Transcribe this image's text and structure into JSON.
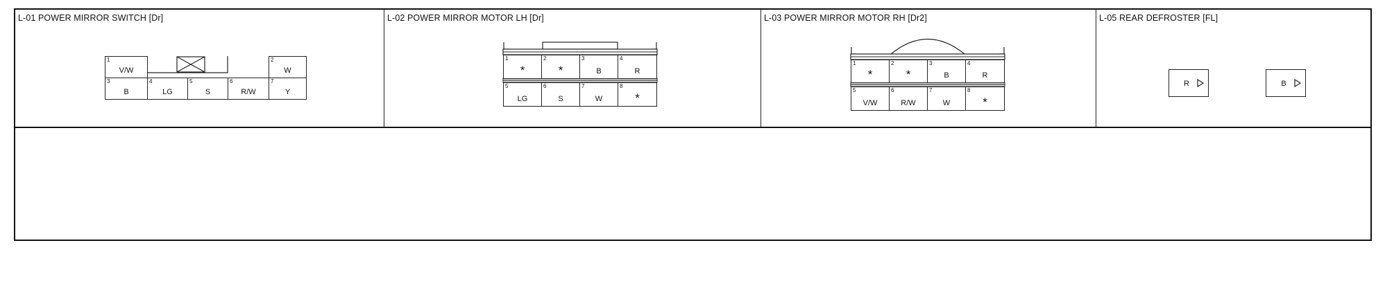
{
  "connectors": [
    {
      "id": "L-01",
      "title": "L-01 POWER MIRROR SWITCH [Dr]",
      "pins": [
        {
          "num": "1",
          "label": "V/W"
        },
        {
          "num": "2",
          "label": "W"
        },
        {
          "num": "3",
          "label": "B"
        },
        {
          "num": "4",
          "label": "LG"
        },
        {
          "num": "5",
          "label": "S"
        },
        {
          "num": "6",
          "label": "R/W"
        },
        {
          "num": "7",
          "label": "Y"
        }
      ]
    },
    {
      "id": "L-02",
      "title": "L-02 POWER MIRROR MOTOR LH [Dr]",
      "pins": [
        {
          "num": "1",
          "label": "*"
        },
        {
          "num": "2",
          "label": "*"
        },
        {
          "num": "3",
          "label": "B"
        },
        {
          "num": "4",
          "label": "R"
        },
        {
          "num": "5",
          "label": "LG"
        },
        {
          "num": "6",
          "label": "S"
        },
        {
          "num": "7",
          "label": "W"
        },
        {
          "num": "8",
          "label": "*"
        }
      ]
    },
    {
      "id": "L-03",
      "title": "L-03 POWER MIRROR MOTOR RH [Dr2]",
      "pins": [
        {
          "num": "1",
          "label": "*"
        },
        {
          "num": "2",
          "label": "*"
        },
        {
          "num": "3",
          "label": "B"
        },
        {
          "num": "4",
          "label": "R"
        },
        {
          "num": "5",
          "label": "V/W"
        },
        {
          "num": "6",
          "label": "R/W"
        },
        {
          "num": "7",
          "label": "W"
        },
        {
          "num": "8",
          "label": "*"
        }
      ]
    },
    {
      "id": "L-05",
      "title": "L-05 REAR DEFROSTER [FL]",
      "terminals": [
        "R",
        "B"
      ]
    }
  ]
}
